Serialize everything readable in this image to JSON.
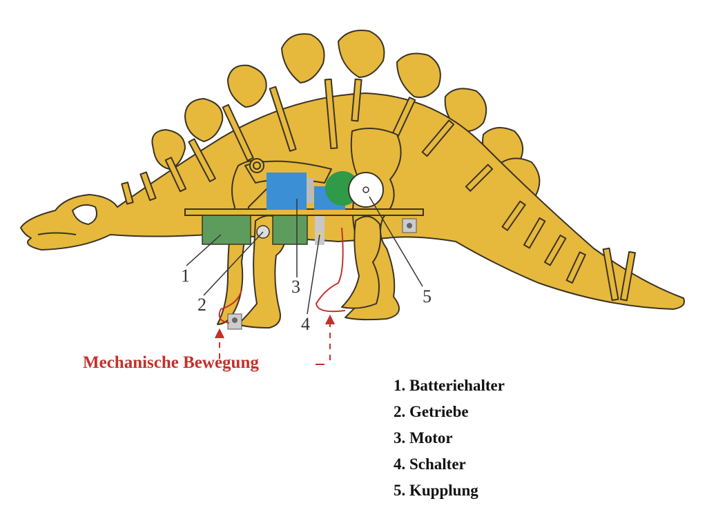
{
  "callouts": [
    "1",
    "2",
    "3",
    "4",
    "5"
  ],
  "motion_label": "Mechanische Bewegung",
  "legend": [
    "1. Batteriehalter",
    "2. Getriebe",
    "3. Motor",
    "4. Schalter",
    "5. Kupplung"
  ],
  "colors": {
    "body": "#e6b83c",
    "outline": "#3a3324",
    "motor": "#3b8fd4",
    "battery": "#5e9c5e",
    "gear": "#2f9a48",
    "accent_red": "#c4302b"
  }
}
